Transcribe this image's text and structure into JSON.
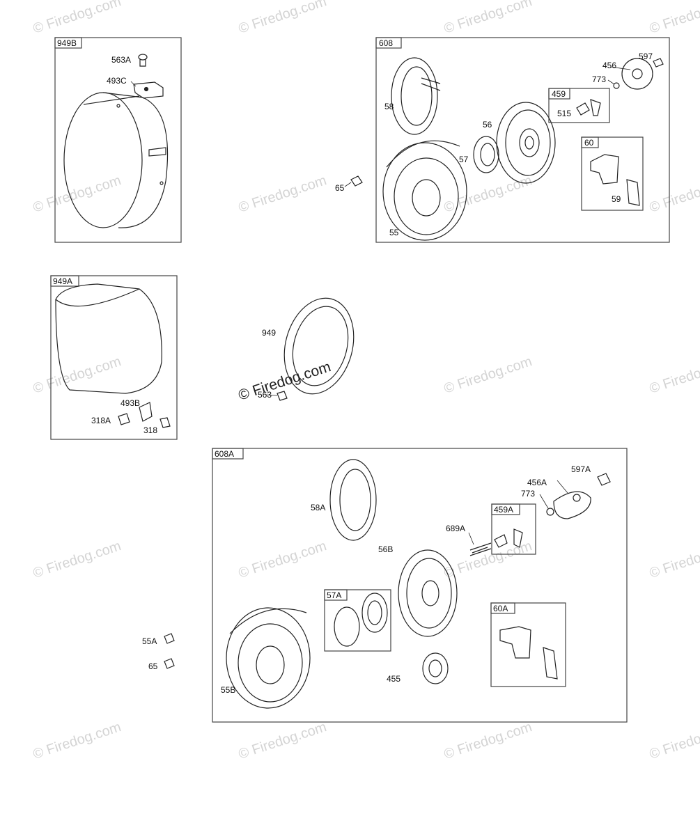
{
  "watermark": {
    "text": "© Firedog.com",
    "color": "#d0d0d0"
  },
  "colors": {
    "line": "#222222",
    "box": "#444444",
    "fill": "#f4f4f4"
  },
  "groups": {
    "g949B": "949B",
    "g608": "608",
    "g459": "459",
    "g60": "60",
    "g949A": "949A",
    "g608A": "608A",
    "g459A": "459A",
    "g57A": "57A",
    "g60A": "60A"
  },
  "parts": {
    "p563A": "563A",
    "p493C": "493C",
    "p597": "597",
    "p456": "456",
    "p773": "773",
    "p58": "58",
    "p515": "515",
    "p56": "56",
    "p57": "57",
    "p65a": "65",
    "p59": "59",
    "p55": "55",
    "p949": "949",
    "p563": "563",
    "p493B": "493B",
    "p318A": "318A",
    "p318": "318",
    "p597A": "597A",
    "p456A": "456A",
    "p773b": "773",
    "p58A": "58A",
    "p689A": "689A",
    "p56B": "56B",
    "p55A": "55A",
    "p65b": "65",
    "p455": "455",
    "p55B": "55B"
  }
}
